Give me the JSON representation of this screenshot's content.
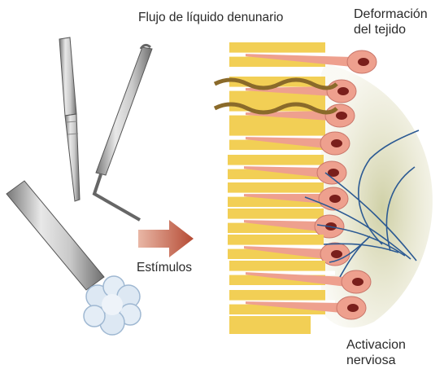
{
  "labels": {
    "fluid_flow": "Flujo de líquido denunario",
    "tissue_deformation_line1": "Deformación",
    "tissue_deformation_line2": "del tejido",
    "stimuli": "Estímulos",
    "nerve_activation_line1": "Activacion",
    "nerve_activation_line2": "nerviosa"
  },
  "colors": {
    "dentin_tubule": "#f2cf55",
    "tubule_stripe": "#ffffff",
    "pulp": "#d9d7b4",
    "odontoblast": "#eea08e",
    "nucleus": "#7a1f1b",
    "nerve": "#2c5a93",
    "arrow": "#c6604a",
    "instrument_metal": "#bdbdbd",
    "cotton": "#dbe7f2"
  },
  "icons": [
    "dental-explorer-icon",
    "dental-probe-icon",
    "cotton-pellet-holder-icon",
    "stimulus-arrow-icon"
  ]
}
